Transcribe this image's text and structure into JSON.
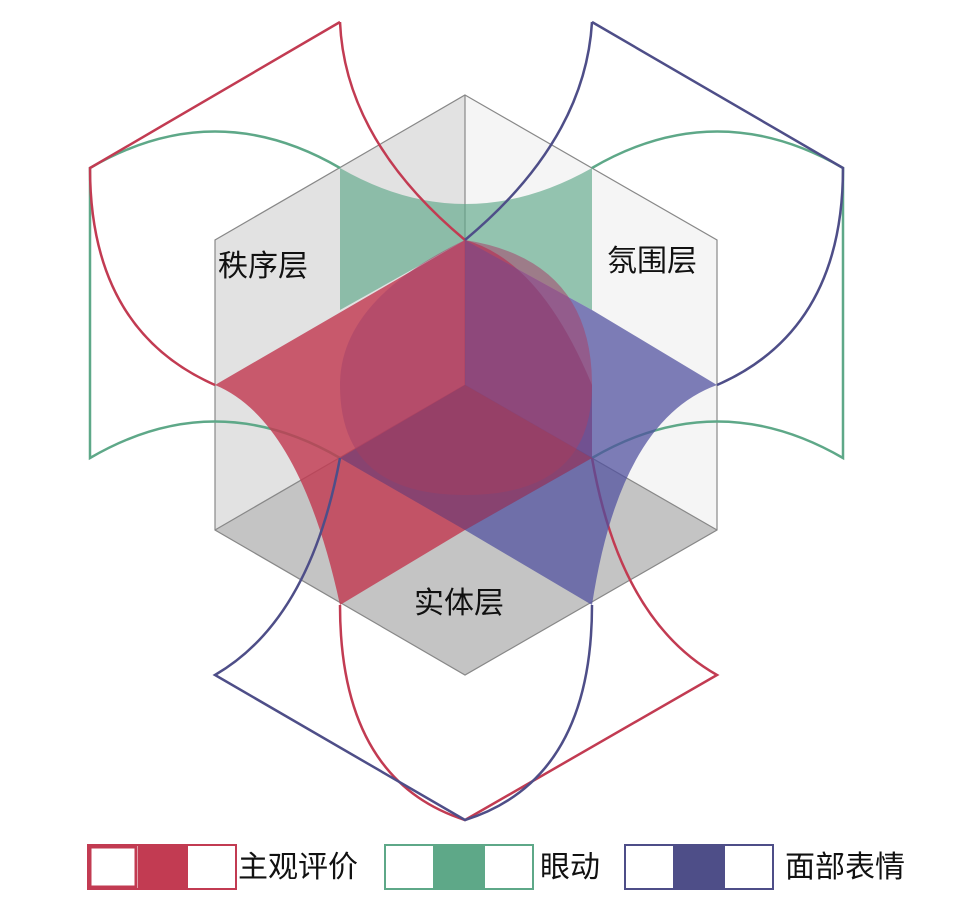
{
  "layers": {
    "order": "秩序层",
    "atmosphere": "氛围层",
    "entity": "实体层"
  },
  "legend": [
    {
      "label": "主观评价",
      "color": "#c23b52"
    },
    {
      "label": "眼动",
      "color": "#5ea888"
    },
    {
      "label": "面部表情",
      "color": "#4e4e88"
    }
  ],
  "colors": {
    "cube_left": "#e2e2e2",
    "cube_right": "#f5f5f5",
    "cube_bottom": "#c4c4c4",
    "cube_edge": "#888888"
  }
}
